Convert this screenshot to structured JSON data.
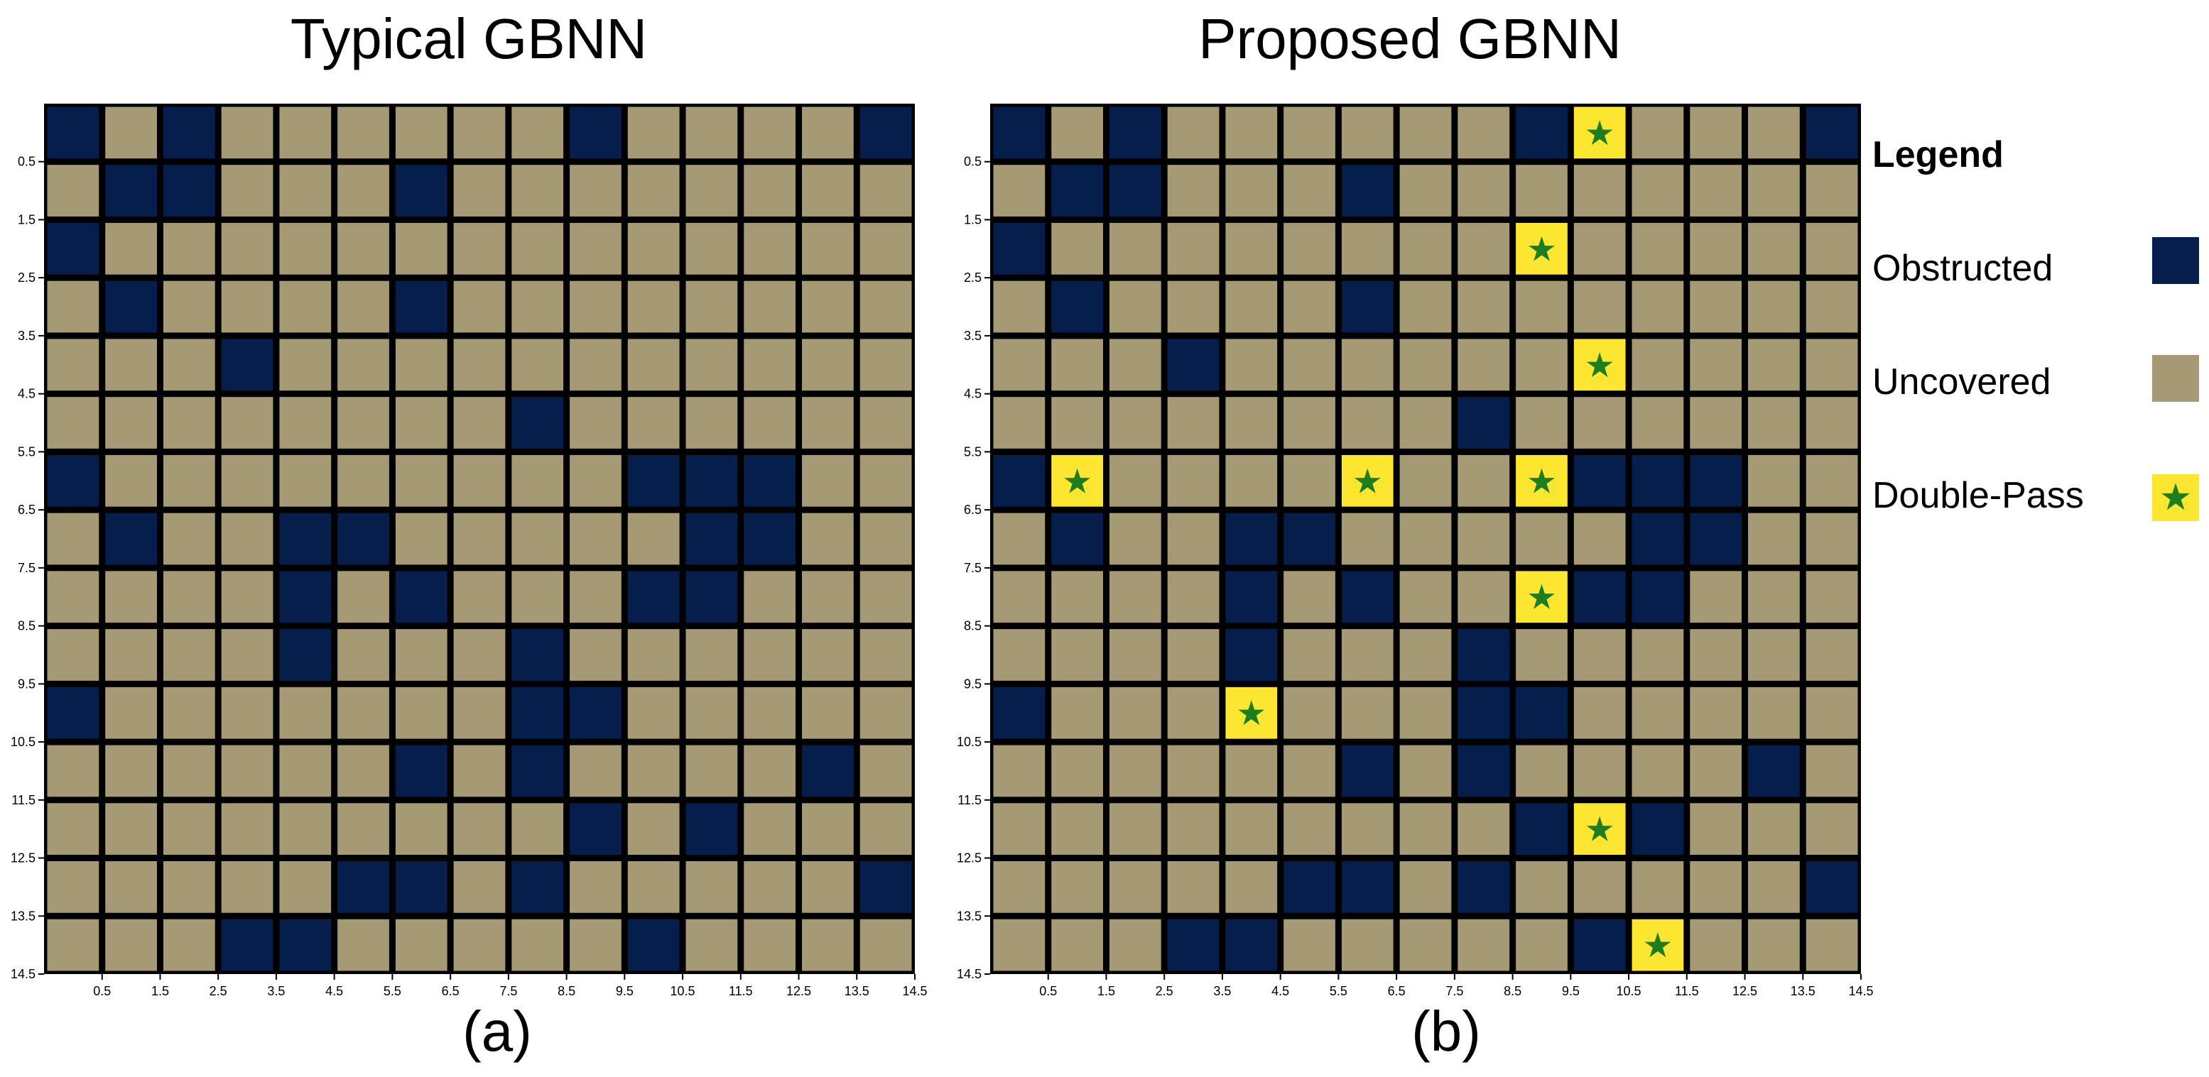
{
  "panel_a": {
    "title": "Typical GBNN",
    "label": "(a)",
    "obstructed": [
      [
        0,
        0
      ],
      [
        0,
        2
      ],
      [
        0,
        9
      ],
      [
        0,
        14
      ],
      [
        1,
        1
      ],
      [
        1,
        2
      ],
      [
        1,
        6
      ],
      [
        2,
        0
      ],
      [
        3,
        1
      ],
      [
        3,
        6
      ],
      [
        4,
        3
      ],
      [
        5,
        8
      ],
      [
        6,
        0
      ],
      [
        6,
        10
      ],
      [
        6,
        11
      ],
      [
        6,
        12
      ],
      [
        7,
        1
      ],
      [
        7,
        4
      ],
      [
        7,
        5
      ],
      [
        7,
        11
      ],
      [
        7,
        12
      ],
      [
        8,
        4
      ],
      [
        8,
        6
      ],
      [
        8,
        10
      ],
      [
        8,
        11
      ],
      [
        9,
        4
      ],
      [
        9,
        8
      ],
      [
        10,
        0
      ],
      [
        10,
        8
      ],
      [
        10,
        9
      ],
      [
        11,
        6
      ],
      [
        11,
        8
      ],
      [
        11,
        13
      ],
      [
        12,
        9
      ],
      [
        12,
        11
      ],
      [
        13,
        5
      ],
      [
        13,
        6
      ],
      [
        13,
        8
      ],
      [
        13,
        14
      ],
      [
        14,
        3
      ],
      [
        14,
        4
      ],
      [
        14,
        10
      ]
    ],
    "double_pass": []
  },
  "panel_b": {
    "title": "Proposed GBNN",
    "label": "(b)",
    "obstructed": [
      [
        0,
        0
      ],
      [
        0,
        2
      ],
      [
        0,
        9
      ],
      [
        0,
        14
      ],
      [
        1,
        1
      ],
      [
        1,
        2
      ],
      [
        1,
        6
      ],
      [
        2,
        0
      ],
      [
        3,
        1
      ],
      [
        3,
        6
      ],
      [
        4,
        3
      ],
      [
        5,
        8
      ],
      [
        6,
        0
      ],
      [
        6,
        10
      ],
      [
        6,
        11
      ],
      [
        6,
        12
      ],
      [
        7,
        1
      ],
      [
        7,
        4
      ],
      [
        7,
        5
      ],
      [
        7,
        11
      ],
      [
        7,
        12
      ],
      [
        8,
        4
      ],
      [
        8,
        6
      ],
      [
        8,
        10
      ],
      [
        8,
        11
      ],
      [
        9,
        4
      ],
      [
        9,
        8
      ],
      [
        10,
        0
      ],
      [
        10,
        8
      ],
      [
        10,
        9
      ],
      [
        11,
        6
      ],
      [
        11,
        8
      ],
      [
        11,
        13
      ],
      [
        12,
        9
      ],
      [
        12,
        11
      ],
      [
        13,
        5
      ],
      [
        13,
        6
      ],
      [
        13,
        8
      ],
      [
        13,
        14
      ],
      [
        14,
        3
      ],
      [
        14,
        4
      ],
      [
        14,
        10
      ]
    ],
    "double_pass": [
      [
        0,
        10
      ],
      [
        2,
        9
      ],
      [
        4,
        10
      ],
      [
        6,
        1
      ],
      [
        6,
        6
      ],
      [
        6,
        9
      ],
      [
        8,
        9
      ],
      [
        10,
        4
      ],
      [
        12,
        10
      ],
      [
        14,
        11
      ]
    ]
  },
  "grid": {
    "rows": 15,
    "cols": 15,
    "x_ticks": [
      "0.5",
      "1.5",
      "2.5",
      "3.5",
      "4.5",
      "5.5",
      "6.5",
      "7.5",
      "8.5",
      "9.5",
      "10.5",
      "11.5",
      "12.5",
      "13.5",
      "14.5"
    ],
    "y_ticks": [
      "0.5",
      "1.5",
      "2.5",
      "3.5",
      "4.5",
      "5.5",
      "6.5",
      "7.5",
      "8.5",
      "9.5",
      "10.5",
      "11.5",
      "12.5",
      "13.5",
      "14.5"
    ]
  },
  "legend": {
    "title": "Legend",
    "items": [
      {
        "label": "Obstructed",
        "kind": "obstructed"
      },
      {
        "label": "Uncovered",
        "kind": "uncovered"
      },
      {
        "label": "Double-Pass",
        "kind": "double_pass"
      }
    ]
  },
  "colors": {
    "obstructed": "#061e4b",
    "uncovered": "#a59a74",
    "double_pass": "#fce630",
    "star": "#1e7d1e",
    "grid_line": "#000000"
  }
}
